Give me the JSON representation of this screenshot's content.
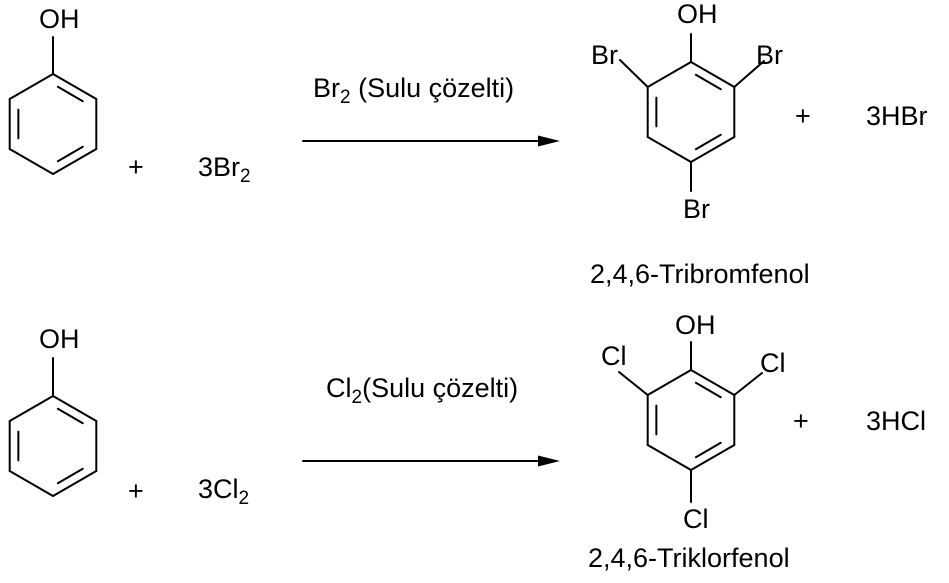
{
  "colors": {
    "ink": "#000000",
    "background": "#ffffff"
  },
  "reaction_bromination": {
    "reactant_substituent": "OH",
    "plus_1": "+",
    "reagent": {
      "coefficient": "3",
      "element": "Br",
      "subscript": "2"
    },
    "condition": {
      "element": "Br",
      "subscript": "2",
      "text": " (Sulu çözelti)"
    },
    "product_substituents": {
      "oh": "OH",
      "left": "Br",
      "right": "Br",
      "bottom": "Br"
    },
    "plus_2": "+",
    "byproduct": "3HBr",
    "product_name": "2,4,6-Tribromfenol"
  },
  "reaction_chlorination": {
    "reactant_substituent": "OH",
    "plus_1": "+",
    "reagent": {
      "coefficient": "3",
      "element": "Cl",
      "subscript": "2"
    },
    "condition": {
      "element": "Cl",
      "subscript": "2",
      "text": "(Sulu çözelti)"
    },
    "product_substituents": {
      "oh": "OH",
      "left": "Cl",
      "right": "Cl",
      "bottom": "Cl"
    },
    "plus_2": "+",
    "byproduct": "3HCl",
    "product_name": "2,4,6-Triklorfenol"
  }
}
